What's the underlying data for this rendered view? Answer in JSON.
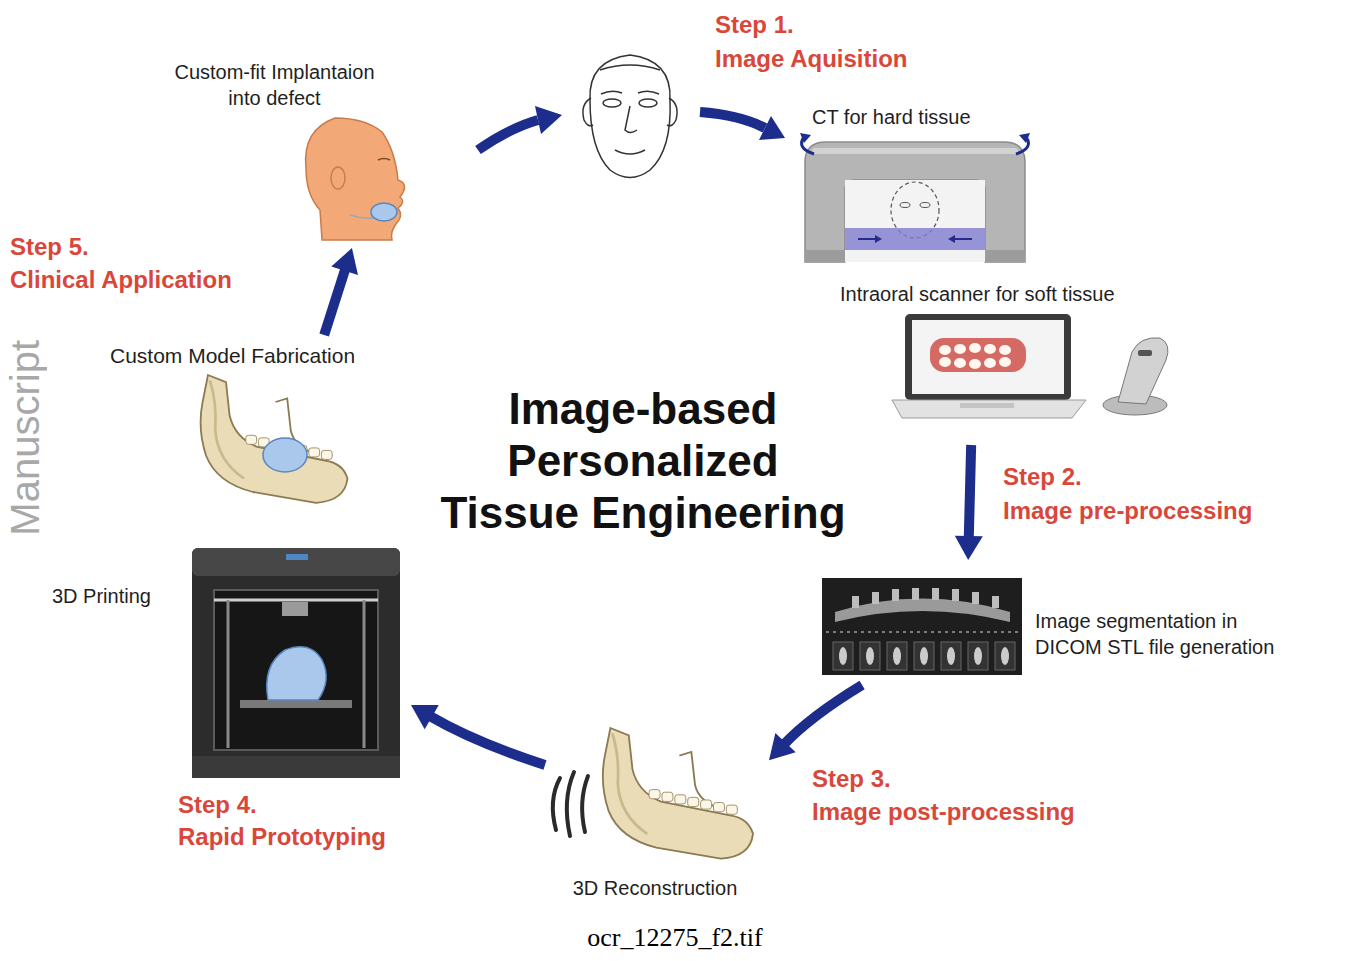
{
  "diagram": {
    "title": "Image-based Personalized Tissue Engineering",
    "caption": "ocr_12275_f2.tif",
    "nodes": [
      {
        "text": [
          "CT for hard tissue"
        ]
      },
      {
        "text": [
          "Intraoral scanner for soft tissue"
        ]
      },
      {
        "text": [
          "Image segmentation in DICOM STL file generation"
        ]
      },
      {
        "text": [
          "3D Reconstruction"
        ]
      },
      {
        "text": [
          "3D Printing"
        ]
      },
      {
        "text": [
          "Custom Model Fabrication"
        ]
      },
      {
        "text": [
          "Custom-fit Implantaion into defect"
        ]
      }
    ],
    "edges": [
      {
        "from": 1,
        "to": 2,
        "arrow": "to"
      },
      {
        "from": 2,
        "to": 3,
        "arrow": "to"
      },
      {
        "from": 3,
        "to": 4,
        "arrow": "to"
      },
      {
        "from": 5,
        "to": 6,
        "arrow": "to"
      }
    ],
    "labels": [
      "Step 1.",
      "Image Aquisition",
      "Step 2.",
      "Image pre-processing",
      "Step 3.",
      "Image post-processing",
      "Step 4.",
      "Rapid Prototyping",
      "Step 5.",
      "Clinical Application",
      "Manuscript"
    ]
  }
}
